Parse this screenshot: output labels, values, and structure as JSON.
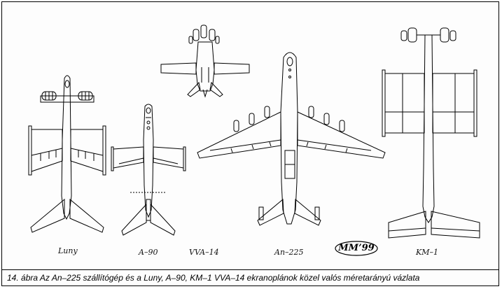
{
  "aircraft": [
    {
      "id": "luny",
      "label": "Luny"
    },
    {
      "id": "a90",
      "label": "A–90"
    },
    {
      "id": "vva14",
      "label": "VVA–14"
    },
    {
      "id": "an225",
      "label": "An–225"
    },
    {
      "id": "km1",
      "label": "KM–1"
    }
  ],
  "logo": {
    "text": "MM’99"
  },
  "caption": "14. ábra Az An–225 szállítógép és a Luny, A–90, KM–1 VVA–14 ekranoplánok közel valós méretarányú vázlata",
  "colors": {
    "ink": "#000000",
    "paper": "#ffffff"
  }
}
